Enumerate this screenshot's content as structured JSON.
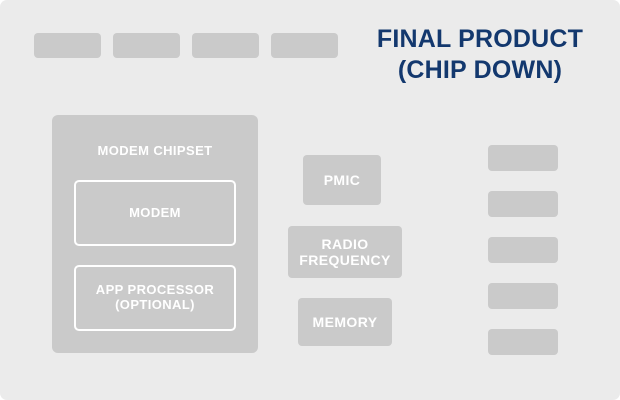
{
  "diagram": {
    "title": {
      "line1": "FINAL PRODUCT",
      "line2": "(CHIP DOWN)"
    },
    "colors": {
      "background": "#ebebeb",
      "block": "#cacaca",
      "title_text": "#13386e",
      "block_text": "#ffffff"
    },
    "top_row": {
      "count": 4,
      "items": [
        {
          "label": ""
        },
        {
          "label": ""
        },
        {
          "label": ""
        },
        {
          "label": ""
        }
      ]
    },
    "modem_chipset": {
      "label": "MODEM CHIPSET",
      "inner_blocks": [
        {
          "label": "MODEM"
        },
        {
          "label": "APP PROCESSOR\n(OPTIONAL)",
          "line1": "APP PROCESSOR",
          "line2": "(OPTIONAL)"
        }
      ]
    },
    "middle_column": [
      {
        "label": "PMIC"
      },
      {
        "label": "RADIO FREQUENCY",
        "line1": "RADIO",
        "line2": "FREQUENCY"
      },
      {
        "label": "MEMORY"
      }
    ],
    "right_column": {
      "count": 5,
      "items": [
        {
          "label": ""
        },
        {
          "label": ""
        },
        {
          "label": ""
        },
        {
          "label": ""
        },
        {
          "label": ""
        }
      ]
    }
  }
}
